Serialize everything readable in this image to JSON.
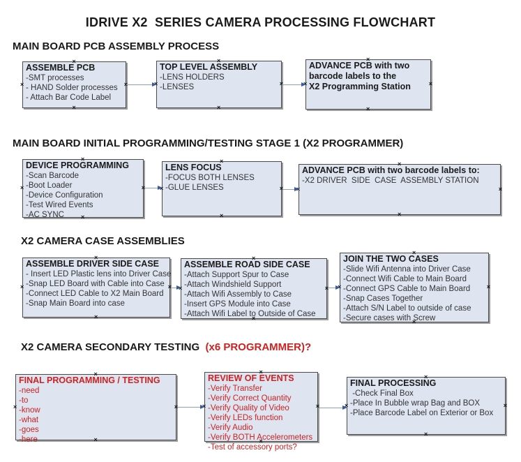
{
  "title": "IDRIVE X2  SERIES CAMERA PROCESSING FLOWCHART",
  "ui": {
    "handle_glyph": "×",
    "colors": {
      "box_fill": "#dee5f0",
      "box_border": "#4a4a4a",
      "box_shadow": "#9c9c9c",
      "accent_red": "#cc2222",
      "arrow_line": "#8aa0bd",
      "arrow_head": "#3a5a9b",
      "text": "#333333"
    }
  },
  "sections": [
    {
      "header": "MAIN BOARD PCB ASSEMBLY PROCESS",
      "boxes": [
        {
          "title": "ASSEMBLE PCB",
          "items": [
            "-SMT processes",
            "- HAND Solder processes",
            "- Attach Bar Code Label"
          ]
        },
        {
          "title": "TOP LEVEL ASSEMBLY",
          "items": [
            "-LENS HOLDERS",
            "-LENSES"
          ]
        },
        {
          "title": "ADVANCE PCB with two barcode labels to the\n X2 Programming Station",
          "items": []
        }
      ]
    },
    {
      "header": "MAIN BOARD INITIAL PROGRAMMING/TESTING STAGE 1 (X2 PROGRAMMER)",
      "boxes": [
        {
          "title": "DEVICE PROGRAMMING",
          "items": [
            "-Scan Barcode",
            "-Boot Loader",
            "-Device Configuration",
            "-Test Wired Events",
            "-AC SYNC"
          ]
        },
        {
          "title": "LENS FOCUS",
          "items": [
            "-FOCUS BOTH LENSES",
            "-GLUE LENSES"
          ]
        },
        {
          "title": "ADVANCE PCB with two barcode labels to:",
          "items": [
            "-X2 DRIVER  SIDE  CASE  ASSEMBLY STATION"
          ]
        }
      ]
    },
    {
      "header": "X2 CAMERA CASE ASSEMBLIES",
      "boxes": [
        {
          "title": "ASSEMBLE DRIVER SIDE CASE",
          "items": [
            "- Insert LED Plastic lens into Driver Case",
            "-Snap LED Board with Cable into Case",
            "-Connect LED Cable to X2 Main Board",
            "-Snap Main Board into case"
          ]
        },
        {
          "title": "ASSEMBLE ROAD SIDE CASE",
          "items": [
            "-Attach Support Spur to Case",
            "-Attach Windshield Support",
            "-Attach Wifi Assembly to Case",
            "-Insert GPS Module into Case",
            "-Attach Wifi Label to Outside of Case"
          ]
        },
        {
          "title": "JOIN THE TWO CASES",
          "items": [
            "-Slide Wifi Antenna into Driver Case",
            "-Connect Wifi Cable to Main Board",
            "-Connect GPS Cable to Main Board",
            "-Snap Cases Together",
            "-Attach S/N Label to outside of case",
            "-Secure cases with Screw"
          ]
        }
      ]
    },
    {
      "header": "X2 CAMERA SECONDARY TESTING  ",
      "header_accent": "(x6 PROGRAMMER)?",
      "boxes": [
        {
          "title": "FINAL PROGRAMMING / TESTING",
          "items": [
            "-need",
            "-to",
            "-know",
            "-what",
            "-goes",
            "-here"
          ]
        },
        {
          "title": "REVIEW OF EVENTS",
          "items": [
            "-Verify Transfer",
            "-Verify Correct Quantity",
            "-Verify Quality of Video",
            "-Verify LEDs function",
            "-Verify Audio",
            "-Verify BOTH Accelerometers",
            "-Test of accessory ports?"
          ]
        },
        {
          "title": "FINAL PROCESSING",
          "items": [
            " -Check Final Box",
            "-Place In Bubble wrap Bag and BOX",
            "-Place Barcode Label on Exterior or Box"
          ]
        }
      ]
    }
  ]
}
